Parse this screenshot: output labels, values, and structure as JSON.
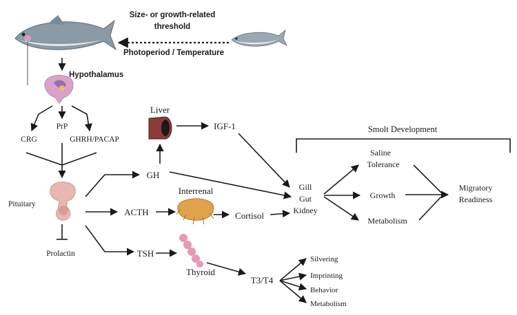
{
  "header": {
    "threshold_line1": "Size- or growth-related",
    "threshold_line2": "threshold",
    "cue": "Photoperiod / Temperature"
  },
  "nodes": {
    "hypothalamus": "Hypothalamus",
    "crg": "CRG",
    "prp": "PrP",
    "ghrh": "GHRH/PACAP",
    "pituitary": "Pituitary",
    "prolactin": "Prolactin",
    "liver": "Liver",
    "igf1": "IGF-1",
    "gh": "GH",
    "acth": "ACTH",
    "interrenal": "Interrenal",
    "cortisol": "Cortisol",
    "tsh": "TSH",
    "thyroid": "Thyroid",
    "t3t4": "T3/T4",
    "targets": [
      "Gill",
      "Gut",
      "Kidney"
    ],
    "smolt_title": "Smolt Development",
    "saline_1": "Saline",
    "saline_2": "Tolerance",
    "growth": "Growth",
    "metabolism": "Metabolism",
    "migratory_1": "Migratory",
    "migratory_2": "Readiness"
  },
  "thyroid_effects": [
    "Silvering",
    "Imprinting",
    "Behavior",
    "Metabolism"
  ],
  "colors": {
    "fish_body": "#8a9aa6",
    "fish_belly": "#e4e8ea",
    "liver": "#8b3a3a",
    "interrenal": "#e0a24a",
    "thyroid": "#e89ab0",
    "pituitary": "#e8b8b0",
    "hypothalamus": "#d9a3c9"
  }
}
